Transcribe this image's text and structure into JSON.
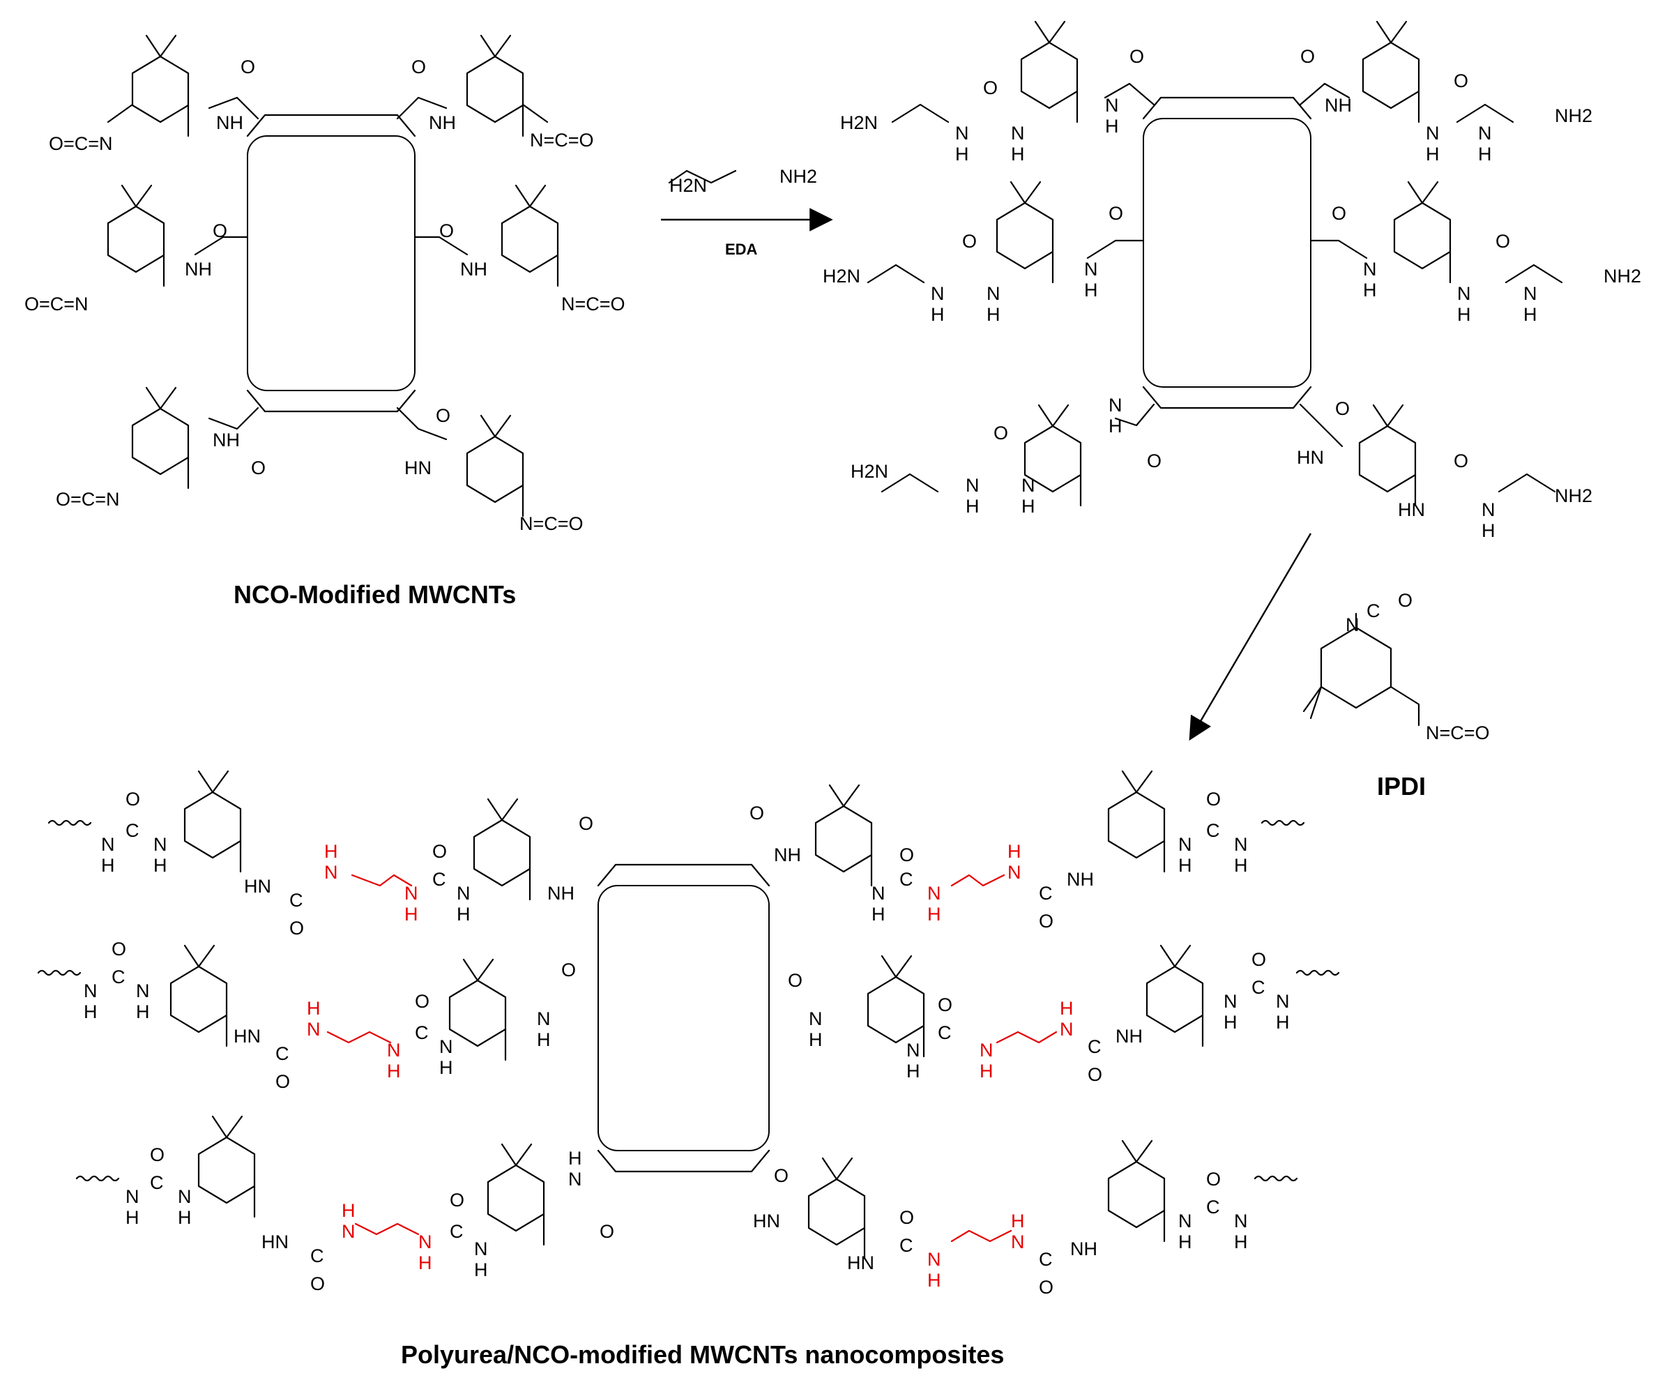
{
  "captions": {
    "reactant": "NCO-Modified MWCNTs",
    "product": "Polyurea/NCO-modified MWCNTs nanocomposites",
    "ipdi": "IPDI",
    "eda": "EDA"
  },
  "atom_labels": {
    "nco": "O=C=N",
    "nco_r": "N=C=O",
    "nh": "NH",
    "hn": "HN",
    "n": "N",
    "h": "H",
    "o": "O",
    "c": "C",
    "h2n": "H2N",
    "nh2": "NH2"
  },
  "colors": {
    "ink": "#000000",
    "eda_highlight": "#e60000"
  }
}
